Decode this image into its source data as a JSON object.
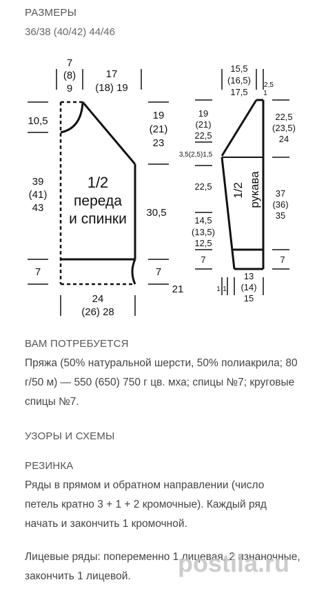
{
  "sizes": {
    "heading": "РАЗМЕРЫ",
    "values": "36/38 (40/42) 44/46"
  },
  "diagram": {
    "body": {
      "title_line1": "1/2",
      "title_line2": "переда",
      "title_line3": "и спинки",
      "top_left": [
        "7",
        "(8)",
        "9"
      ],
      "top_right_line1": "17",
      "top_right_line2": "(18)  19",
      "left_neck": "10,5",
      "left_height": [
        "39",
        "(41)",
        "43"
      ],
      "left_rib": "7",
      "right_armhole": [
        "19",
        "(21)",
        "23"
      ],
      "right_side": "30,5",
      "right_rib": "7",
      "right_extra": "21",
      "bottom_width_line1": "24",
      "bottom_width_line2": "(26)  28"
    },
    "sleeve": {
      "title_line1": "1/2",
      "title_line2": "рукава",
      "top": [
        "15,5",
        "(16,5)",
        "17,5"
      ],
      "top_small": "2,5",
      "top_small_2": "1",
      "left_upper": [
        "19",
        "(21)",
        "22,5"
      ],
      "left_small": "3,5(2,5)1,5",
      "left_mid": "22,5",
      "left_lower": [
        "14,5",
        "(13,5)",
        "12,5"
      ],
      "left_rib": "7",
      "right_upper": [
        "22,5",
        "(23,5)",
        "24"
      ],
      "right_lower": [
        "37",
        "(36)",
        "35"
      ],
      "right_rib": "7",
      "bottom_small": "1",
      "bottom_small_2": "1",
      "bottom": [
        "13",
        "(14)",
        "15"
      ]
    }
  },
  "materials": {
    "heading": "ВАМ ПОТРЕБУЕТСЯ",
    "text": "Пряжа (50% натуральной шерсти, 50% полиакрила; 80 г/50 м) — 550 (650) 750 г цв. мха; спицы №7; круговые спицы №7."
  },
  "patterns": {
    "heading": "УЗОРЫ И СХЕМЫ"
  },
  "rib": {
    "heading": "РЕЗИНКА",
    "text": "Ряды в прямом и обратном направлении (число петель кратно 3 + 1 + 2 кромочные). Каждый ряд начать и закончить 1 кромочной.",
    "text2": "Лицевые ряды: попеременно 1 лицевая, 2 изнаночные, закончить 1 лицевой."
  },
  "watermark": {
    "text": "postila.ru"
  }
}
